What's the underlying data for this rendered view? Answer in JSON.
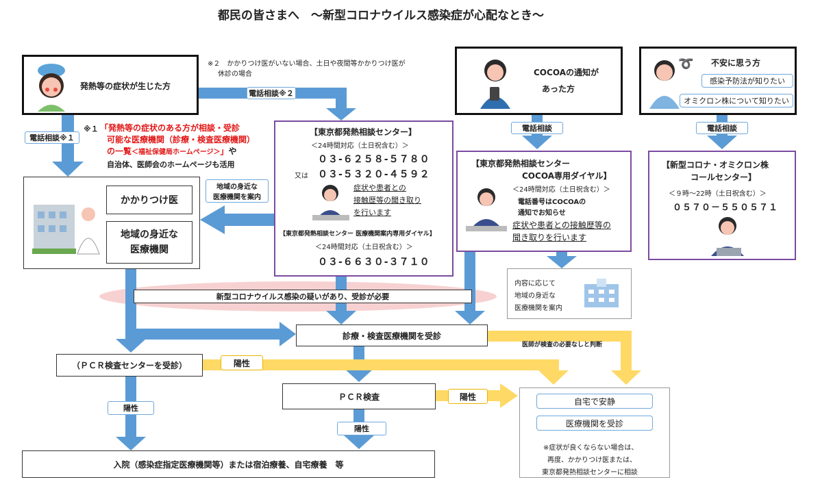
{
  "title": "都民の皆さまへ　～新型コロナウイルス感染症が心配なとき～",
  "note2": {
    "line1": "※２　かかりつけ医がいない場合、土日や夜間等かかりつけ医が",
    "line2": "休診の場合"
  },
  "fever_box": {
    "label": "発熱等の症状が生じた方"
  },
  "cocoa_box": {
    "line1": "COCOAの通知が",
    "line2": "あった方"
  },
  "anxious_box": {
    "title": "不安に思う方",
    "item1": "感染予防法が知りたい",
    "item2": "オミクロン株について知りたい"
  },
  "tags": {
    "phone2": "電話相談※２",
    "phone1": "電話相談※１",
    "phone_cocoa": "電話相談",
    "phone_anx": "電話相談",
    "guide_local_1": "地域の身近な",
    "guide_local_2": "医療機関を案内",
    "positive_1": "陽性",
    "positive_2": "陽性",
    "positive_3": "陽性",
    "positive_4": "陽性"
  },
  "note1": {
    "prefix": "※１",
    "red1": "「発熱等の症状のある方が相談・受診",
    "red2": "可能な医療機関（診療・検査医療機関）",
    "red3": "の一覧",
    "red3b": "＜福祉保健局ホームページ＞",
    "red3c": "」",
    "black3": "や",
    "line4": "自治体、医師会のホームページも活用"
  },
  "center_tokyo": {
    "title": "【東京都発熱相談センター】",
    "hours": "＜24時間対応（土日祝含む）＞",
    "phone1": "０３-６２５８-５７８０",
    "or": "又は",
    "phone2": "０３-５３２０-４５９２",
    "desc1": "症状や患者との",
    "desc2": "接触歴等の聞き取り",
    "desc3": "を行います",
    "sub_title": "【東京都発熱相談センター 医療機関案内専用ダイヤル】",
    "sub_hours": "＜24時間対応（土日祝含む）＞",
    "sub_phone": "０３-６６３０-３７１０"
  },
  "center_cocoa": {
    "title1": "【東京都発熱相談センター",
    "title2": "COCOA専用ダイヤル】",
    "hours": "＜24時間対応（土日祝含む）＞",
    "note1": "電話番号はCOCOAの",
    "note2": "通知でお知らせ",
    "desc1": "症状や患者との接触歴等の",
    "desc2": "聞き取りを行います"
  },
  "center_omicron": {
    "title1": "【新型コロナ・オミクロン株",
    "title2": "コールセンター】",
    "hours": "＜９時～22時（土日祝含む）＞",
    "phone": "０５７０－５５０５７１"
  },
  "clinic_box": {
    "item1": "かかりつけ医",
    "item2_1": "地域の身近な",
    "item2_2": "医療機関"
  },
  "guide_box": {
    "line1": "内容に応じて",
    "line2": "地域の身近な",
    "line3": "医療機関を案内"
  },
  "suspect_banner": "新型コロナウイルス感染の疑いがあり、受診が必要",
  "exam_box": "診療・検査医療機関を受診",
  "doctor_note": "医師が検査の必要なしと判断",
  "pcr_center": "（ＰＣＲ検査センターを受診）",
  "pcr": "ＰＣＲ検査",
  "home_box": {
    "item1": "自宅で安静",
    "item2": "医療機関を受診",
    "note1": "※症状が良くならない場合は、",
    "note2": "再度、かかりつけ医または、",
    "note3": "東京都発熱相談センターに相談"
  },
  "hospital_box": "入院（感染症指定医療機関等）または宿泊療養、自宅療養　等",
  "colors": {
    "blue_arrow": "#5b9bd5",
    "yellow_arrow": "#ffd966",
    "purple": "#7a4aa0",
    "red": "#e31818",
    "pink": "#f4c7c7"
  }
}
